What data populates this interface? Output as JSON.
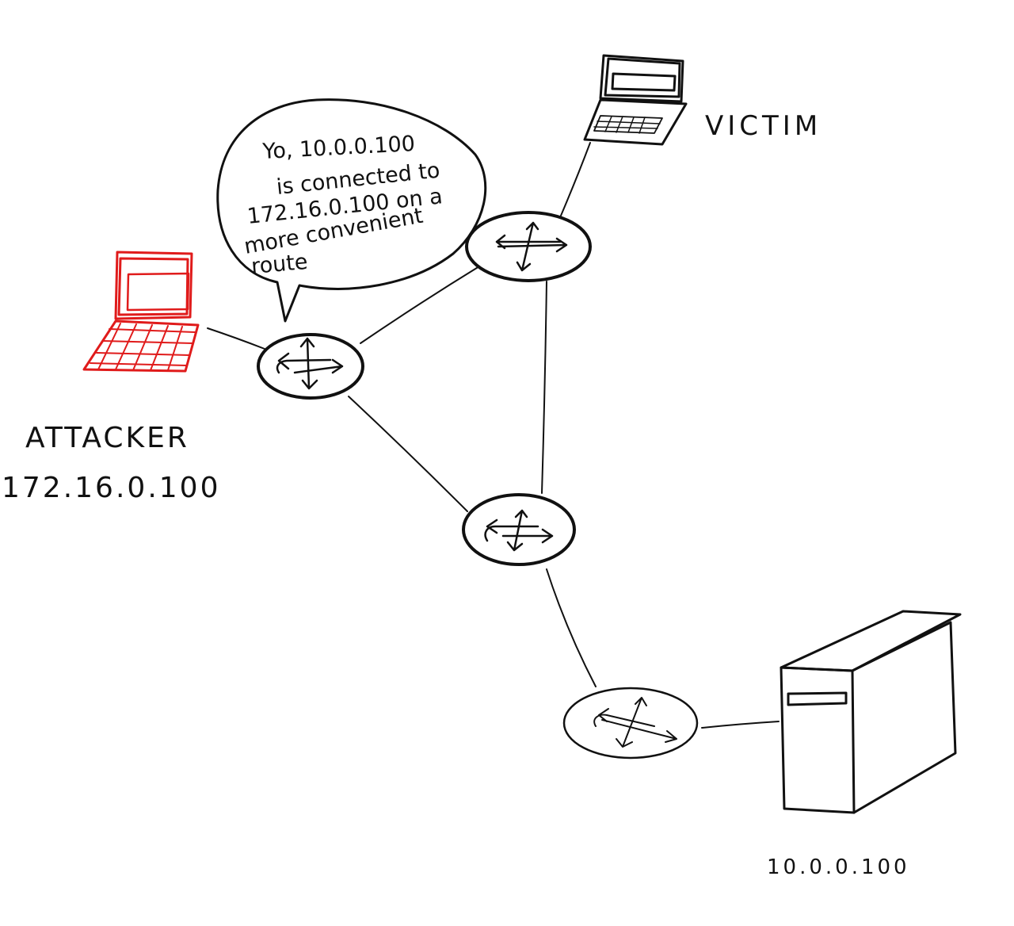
{
  "diagram": {
    "speech_bubble": {
      "lines": [
        "Yo, 10.0.0.100",
        "is connected to",
        "172.16.0.100 on a",
        "more convenient",
        "route"
      ]
    },
    "attacker": {
      "name": "ATTACKER",
      "ip": "172.16.0.100",
      "color": "#e01b1b"
    },
    "victim": {
      "name": "VICTIM"
    },
    "server": {
      "ip": "10.0.0.100"
    },
    "routers": [
      {
        "id": "router-attacker"
      },
      {
        "id": "router-victim"
      },
      {
        "id": "router-middle"
      },
      {
        "id": "router-server"
      }
    ],
    "ink_color": "#111111"
  }
}
